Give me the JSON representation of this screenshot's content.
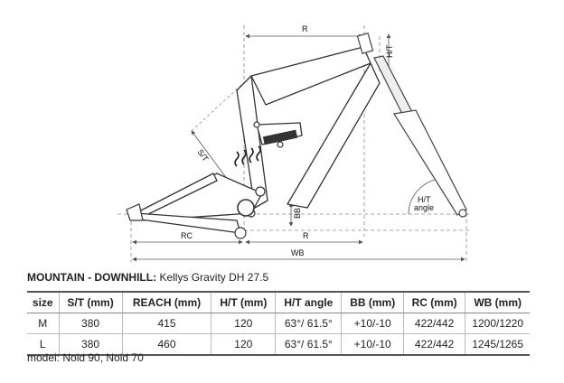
{
  "diagram_labels": {
    "reach": "R",
    "head_tube": "H/T",
    "seat_tube": "S/T",
    "head_angle_line1": "H/T",
    "head_angle_line2": "angle",
    "bb": "BB",
    "rear_center": "RC",
    "reach_lower": "R",
    "wheelbase": "WB"
  },
  "heading": {
    "category": "MOUNTAIN - DOWNHILL:",
    "model": "Kellys Gravity DH 27.5"
  },
  "table": {
    "headers": [
      "size",
      "S/T (mm)",
      "REACH (mm)",
      "H/T (mm)",
      "H/T angle",
      "BB (mm)",
      "RC (mm)",
      "WB (mm)"
    ],
    "rows": [
      [
        "M",
        "380",
        "415",
        "120",
        "63°/ 61.5°",
        "+10/-10",
        "422/442",
        "1200/1220"
      ],
      [
        "L",
        "380",
        "460",
        "120",
        "63°/ 61.5°",
        "+10/-10",
        "422/442",
        "1245/1265"
      ]
    ]
  },
  "footer": {
    "models": "model: Noid 90, Noid 70"
  },
  "colors": {
    "frame": "#333333",
    "dimension": "#555555",
    "fork": "#444444"
  }
}
